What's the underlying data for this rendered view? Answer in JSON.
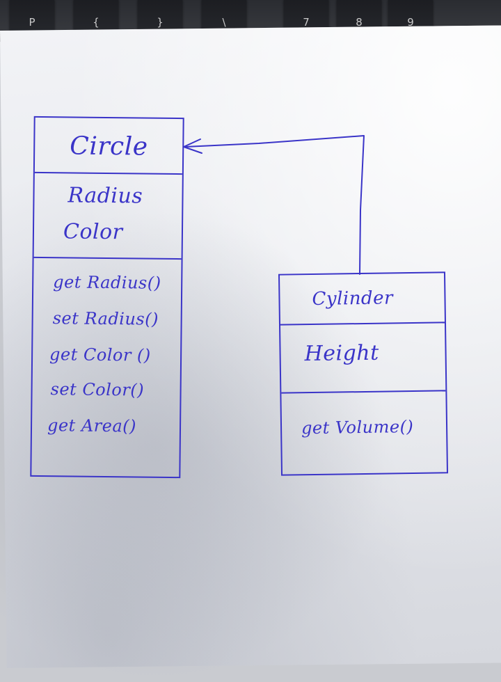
{
  "keyboard": {
    "keys": [
      "P",
      "{",
      "}",
      "\\",
      "7",
      "8",
      "9"
    ]
  },
  "diagram": {
    "circle_class": {
      "name": "Circle",
      "attributes": [
        "Radius",
        "Color"
      ],
      "methods": [
        "get Radius()",
        "set Radius()",
        "get Color ()",
        "set Color()",
        "get Area()"
      ]
    },
    "cylinder_class": {
      "name": "Cylinder",
      "attributes": [
        "Height"
      ],
      "methods": [
        "get Volume()"
      ]
    }
  },
  "colors": {
    "ink": "#3a34c8",
    "paper": "#eceef2"
  }
}
